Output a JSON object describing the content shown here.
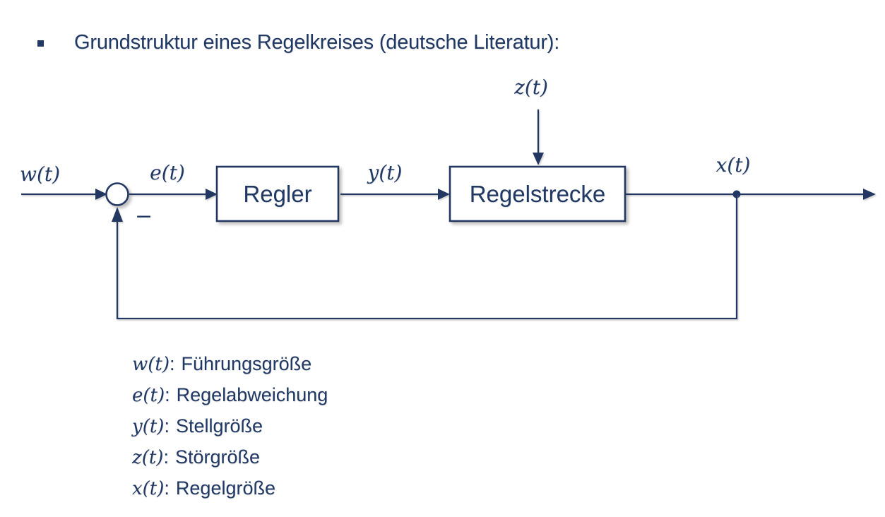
{
  "colors": {
    "ink": "#203864",
    "background": "#ffffff"
  },
  "title": {
    "text": "Grundstruktur eines Regelkreises (deutsche Literatur):"
  },
  "diagram": {
    "signals": {
      "reference": "w(t)",
      "error": "e(t)",
      "control": "y(t)",
      "disturbance": "z(t)",
      "output": "x(t)",
      "minus": "−"
    },
    "blocks": {
      "controller": "Regler",
      "plant": "Regelstrecke"
    }
  },
  "legend": {
    "separator": ":",
    "items": [
      {
        "symbol": "w(t)",
        "desc": "Führungsgröße"
      },
      {
        "symbol": "e(t)",
        "desc": "Regelabweichung"
      },
      {
        "symbol": "y(t)",
        "desc": "Stellgröße"
      },
      {
        "symbol": "z(t)",
        "desc": "Störgröße"
      },
      {
        "symbol": "x(t)",
        "desc": "Regelgröße"
      }
    ]
  }
}
